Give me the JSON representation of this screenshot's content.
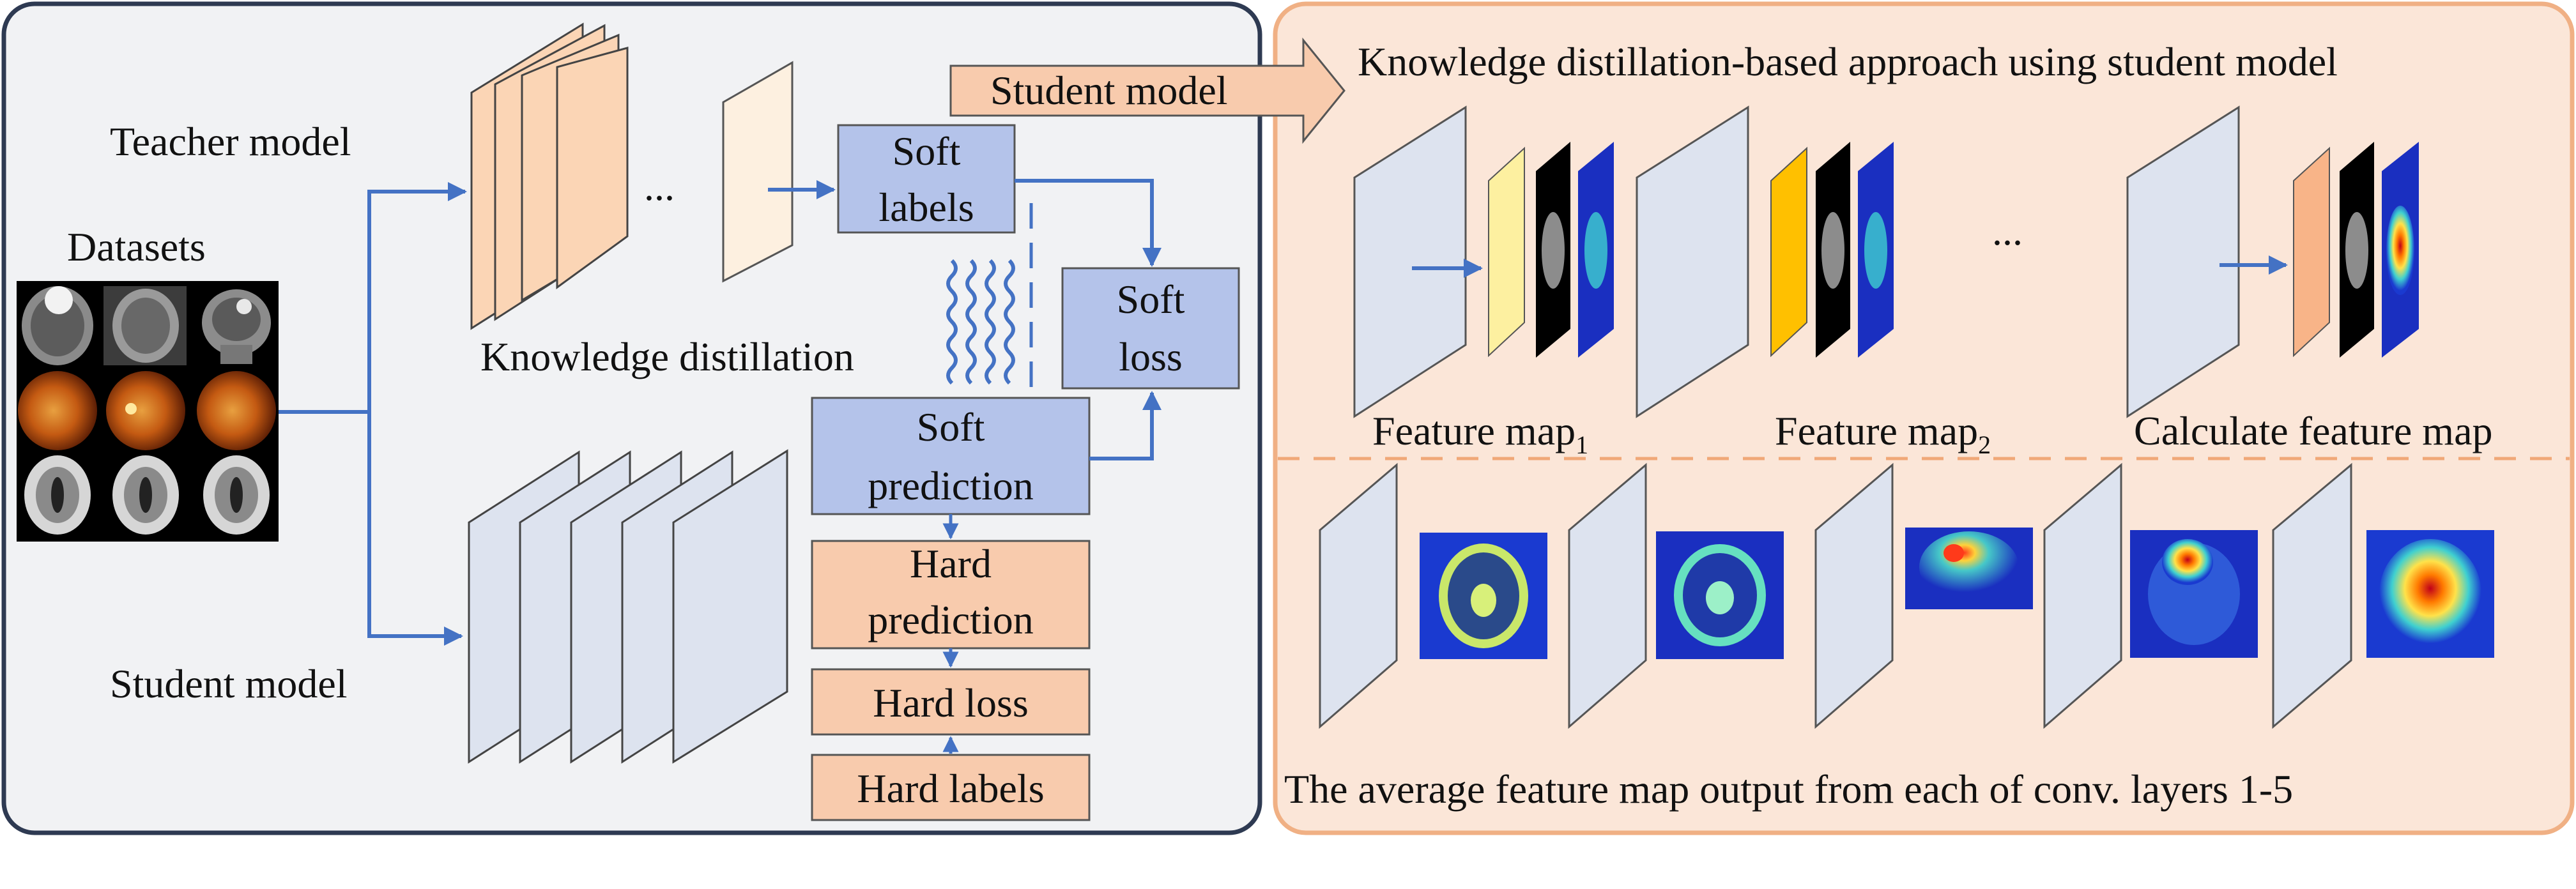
{
  "colors": {
    "left_panel_bg": "#f1f2f4",
    "left_panel_border": "#2e3a52",
    "right_panel_bg": "#fbe6d8",
    "right_panel_border": "#f0b084",
    "arrow": "#4472c4",
    "blue_box": "#b4c3ea",
    "orange_box": "#f8cbad",
    "teacher_layer": "#fbd5b5",
    "student_layer": "#dde3ef"
  },
  "left": {
    "teacher_label": "Teacher model",
    "datasets_label": "Datasets",
    "student_label": "Student model",
    "ellipsis": "...",
    "kd_label": "Knowledge distillation",
    "soft_labels_box": [
      "Soft",
      "labels"
    ],
    "soft_loss_box": [
      "Soft",
      "loss"
    ],
    "soft_prediction_box": [
      "Soft",
      "prediction"
    ],
    "hard_prediction_box": [
      "Hard",
      "prediction"
    ],
    "hard_loss_box": "Hard loss",
    "hard_labels_box": "Hard labels",
    "dataset_images": [
      "brain-mri-tumor-image",
      "brain-mri-image",
      "brain-mri-sagittal-image",
      "retina-fundus-image",
      "retina-fundus-image",
      "retina-fundus-image",
      "brain-mri-axial-image",
      "brain-mri-axial-image",
      "brain-mri-axial-image"
    ]
  },
  "right": {
    "student_arrow_label": "Student model",
    "title": "Knowledge distillation-based approach using student model",
    "ellipsis": "...",
    "feature_map_1": "Feature map",
    "feature_map_1_sub": "1",
    "feature_map_2": "Feature map",
    "feature_map_2_sub": "2",
    "calc_feature_map": "Calculate feature map",
    "feature_colors": [
      "#fdf0a0",
      "#ffc000",
      "#f8b488"
    ],
    "bottom_caption": "The average feature map output from each of conv. layers 1-5"
  }
}
